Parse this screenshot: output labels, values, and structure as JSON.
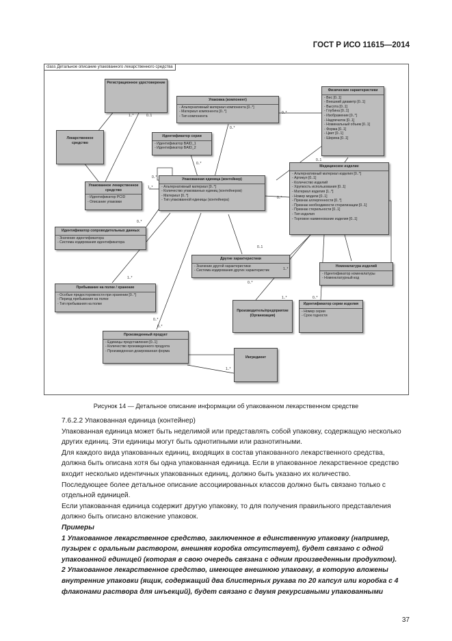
{
  "header": {
    "doc_id": "ГОСТ Р ИСО 11615—2014"
  },
  "diagram": {
    "frame_title": "class Детальное описание упакованного лекарственного средства",
    "classes": {
      "reg_cert": {
        "name": "Регистрационное удостоверение",
        "attrs": []
      },
      "package_component": {
        "name": "Упаковка (компонент)",
        "attrs": [
          "Альтернативный материал компонента [0..*]",
          "Материал компонента [0..*]",
          "Тип компонента"
        ]
      },
      "physical": {
        "name": "Физические характеристики",
        "attrs": [
          "Вес [0..1]",
          "Внешний диаметр [0..1]",
          "Высота [0..1]",
          "Глубина [0..1]",
          "Изображение [0..*]",
          "Надпечаток [0..1]",
          "Номинальный объем [0..1]",
          "Форма [0..1]",
          "Цвет [0..1]",
          "Ширина [0..1]"
        ]
      },
      "drug": {
        "name": "Лекарственное средство",
        "attrs": []
      },
      "serial_id": {
        "name": "Идентификатор серии",
        "attrs": [
          "Идентификатор BAID_1",
          "Идентификатор BAID_2"
        ]
      },
      "packed_drug": {
        "name": "Упакованное лекарственное средство",
        "attrs": [
          "Идентификатор PCID",
          "Описание упаковки"
        ]
      },
      "packed_unit": {
        "name": "Упакованная единица (контейнер)",
        "attrs": [
          "Альтернативный материал [0..*]",
          "Количество упакованных единиц (контейнеров)",
          "Материал [0..*]",
          "Тип упакованной единицы (контейнера)"
        ]
      },
      "medical_device": {
        "name": "Медицинское изделие",
        "attrs": [
          "Альтернативный материал изделия [0..*]",
          "Артикул [0..1]",
          "Количество изделий",
          "Хрупкость использования [0..1]",
          "Материал изделия [1..*]",
          "Номер модели [0..1]",
          "Признак аллергенности [0..*]",
          "Признак необходимости стерилизации [0..1]",
          "Признак стерильности [0..1]",
          "Тип изделия",
          "Торговое наименование изделия [0..1]"
        ]
      },
      "accomp_doc": {
        "name": "Идентификатор сопроводительных данных",
        "attrs": [
          "Значение идентификатора",
          "Система кодирования идентификатора"
        ]
      },
      "other_chars": {
        "name": "Другие характеристики",
        "attrs": [
          "Значение другой характеристики",
          "Система кодирования других характеристик"
        ]
      },
      "nomenclature": {
        "name": "Номенклатура изделий",
        "attrs": [
          "Идентификатор номенклатуры",
          "Номенклатурный код"
        ]
      },
      "shelf_life": {
        "name": "Пребывание на полке / хранение",
        "attrs": [
          "Особые предосторожности при хранении [0..*]",
          "Период пребывания на полке",
          "Тип пребывания на полке"
        ]
      },
      "manufacturer": {
        "name": "Производитель/предприятие (Организация)",
        "attrs": []
      },
      "device_serial": {
        "name": "Идентификатор серии изделия",
        "attrs": [
          "Номер серии",
          "Срок годности"
        ]
      },
      "produced": {
        "name": "Произведенный продукт",
        "attrs": [
          "Единицы представления [0..1]",
          "Количество произведенного продукта",
          "Произведенная дозированная форма"
        ]
      },
      "ingredient": {
        "name": "Ингредиент",
        "attrs": []
      }
    },
    "multiplicities": {
      "m1": "1..*",
      "m2": "0..1",
      "m3": "0..*",
      "m4": "0..*",
      "m5": "0..*",
      "m6": "0..*",
      "m7": "0..*",
      "m8": "0..1",
      "m9": "1..*",
      "m10": "0..1",
      "m11": "0..*",
      "m12": "1..*",
      "m13": "0..*",
      "m14": "1..*",
      "m15": "0..*",
      "m16": "1..*",
      "m17": "0..*",
      "m18": "0..*",
      "m19": "1..*"
    }
  },
  "caption": "Рисунок 14 — Детальное описание информации об упакованном лекарственном средстве",
  "body": {
    "section_heading": "7.6.2.2 Упакованная единица (контейнер)",
    "p1": "Упакованная единица может быть неделимой или представлять собой упаковку, содержащую несколько других единиц. Эти единицы могут быть однотипными или разнотипными.",
    "p2": "Для каждого вида упакованных единиц, входящих в состав упакованного лекарственного средства, должна быть описана хотя бы одна упакованная единица. Если в упакованное лекарственное средство входит несколько идентичных упакованных единиц, должно быть указано их количество.",
    "p3": "Последующее более детальное описание ассоциированных классов должно быть связано только с отдельной единицей.",
    "p4": "Если упакованная единица содержит другую упаковку, то для получения правильного представления должно быть описано вложение упаковок.",
    "examples_heading": "Примеры",
    "ex1": "1 Упакованное лекарственное средство, заключенное в единственную упаковку (например, пузырек с оральным раствором, внешняя коробка отсутствует), будет связано с одной упакованной единицей (которая в свою очередь связана с одним произведенным продуктом).",
    "ex2": "2 Упакованное лекарственное средство, имеющее внешнюю упаковку, в которую вложены внутренние упаковки (ящик, содержащий два блистерных рукава по 20 капсул или коробка с 4 флаконами раствора для инъекций), будет связано с двумя рекурсивными упакованными"
  },
  "footer": {
    "page_number": "37"
  }
}
